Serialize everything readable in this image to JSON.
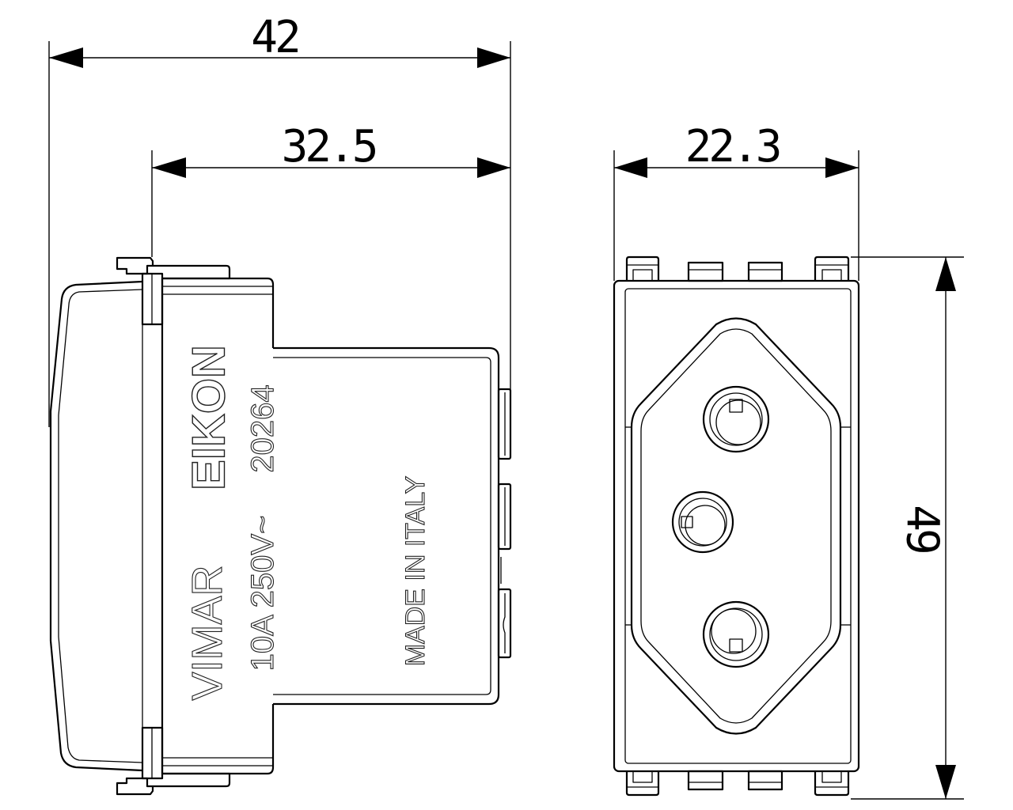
{
  "dimensions": {
    "overall_depth": "42",
    "body_depth": "32.5",
    "width": "22.3",
    "height": "49"
  },
  "markings": {
    "brand": "VIMAR",
    "series": "EIKON",
    "rating": "10A 250V~",
    "article_code": "20264",
    "origin": "MADE IN ITALY"
  }
}
